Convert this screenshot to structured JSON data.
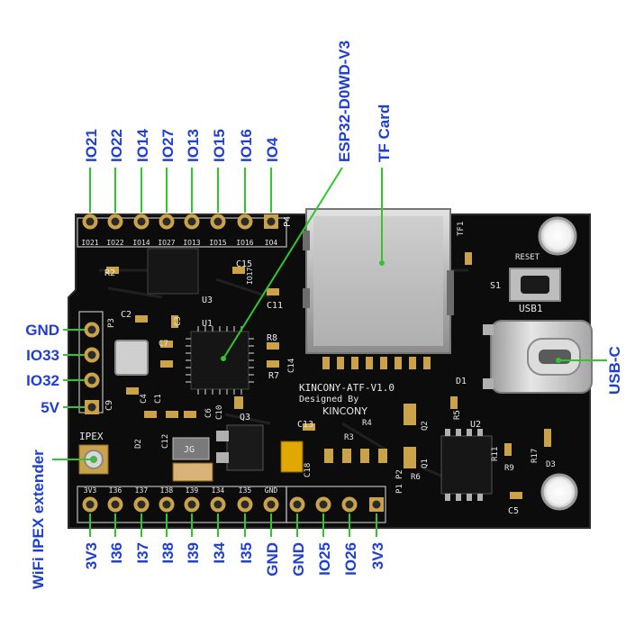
{
  "colors": {
    "label_blue": "#1e3fd0",
    "leader_green": "#31c52e",
    "pcb": "#0c0c0c",
    "silk": "#e8e8e8",
    "pad_gold": "#c9a24a"
  },
  "top_header_labels": [
    "IO21",
    "IO22",
    "IO14",
    "IO27",
    "IO13",
    "IO15",
    "IO16",
    "IO4"
  ],
  "top_header_silk": [
    "IO21",
    "IO22",
    "IO14",
    "IO27",
    "IO13",
    "IO15",
    "IO16",
    "IO4"
  ],
  "left_header_labels": [
    "GND",
    "IO33",
    "IO32",
    "5V"
  ],
  "bottom_header_labels": [
    "3V3",
    "I36",
    "I37",
    "I38",
    "I39",
    "I34",
    "I35",
    "GND",
    "GND",
    "IO25",
    "IO26",
    "3V3"
  ],
  "bottom_header_silk": [
    "3V3",
    "I36",
    "I37",
    "I38",
    "I39",
    "I34",
    "I35",
    "GND"
  ],
  "callouts": {
    "esp32": "ESP32-D0WD-V3",
    "tf_card": "TF Card",
    "usb_c": "USB-C",
    "ipex": "WiFi IPEX extender"
  },
  "board_silk": {
    "model": "KINCONY-ATF-V1.0",
    "designed_by": "Designed By",
    "brand": "KINCONY",
    "reset": "RESET",
    "usb1": "USB1",
    "ipex": "IPEX",
    "s1": "S1",
    "jg": "JG",
    "tf1": "TF1",
    "refs": [
      "R2",
      "P4",
      "C15",
      "U3",
      "C11",
      "C2",
      "U1",
      "C3",
      "C7",
      "C4",
      "C9",
      "R8",
      "C14",
      "R7",
      "D1",
      "R5",
      "U2",
      "Q3",
      "C13",
      "R3",
      "R4",
      "Q2",
      "Q1",
      "R6",
      "P2",
      "P1",
      "C18",
      "C12",
      "D2",
      "C5",
      "R11",
      "R9",
      "R17",
      "D3",
      "IO17",
      "P3",
      "C6",
      "C10",
      "C1"
    ]
  }
}
